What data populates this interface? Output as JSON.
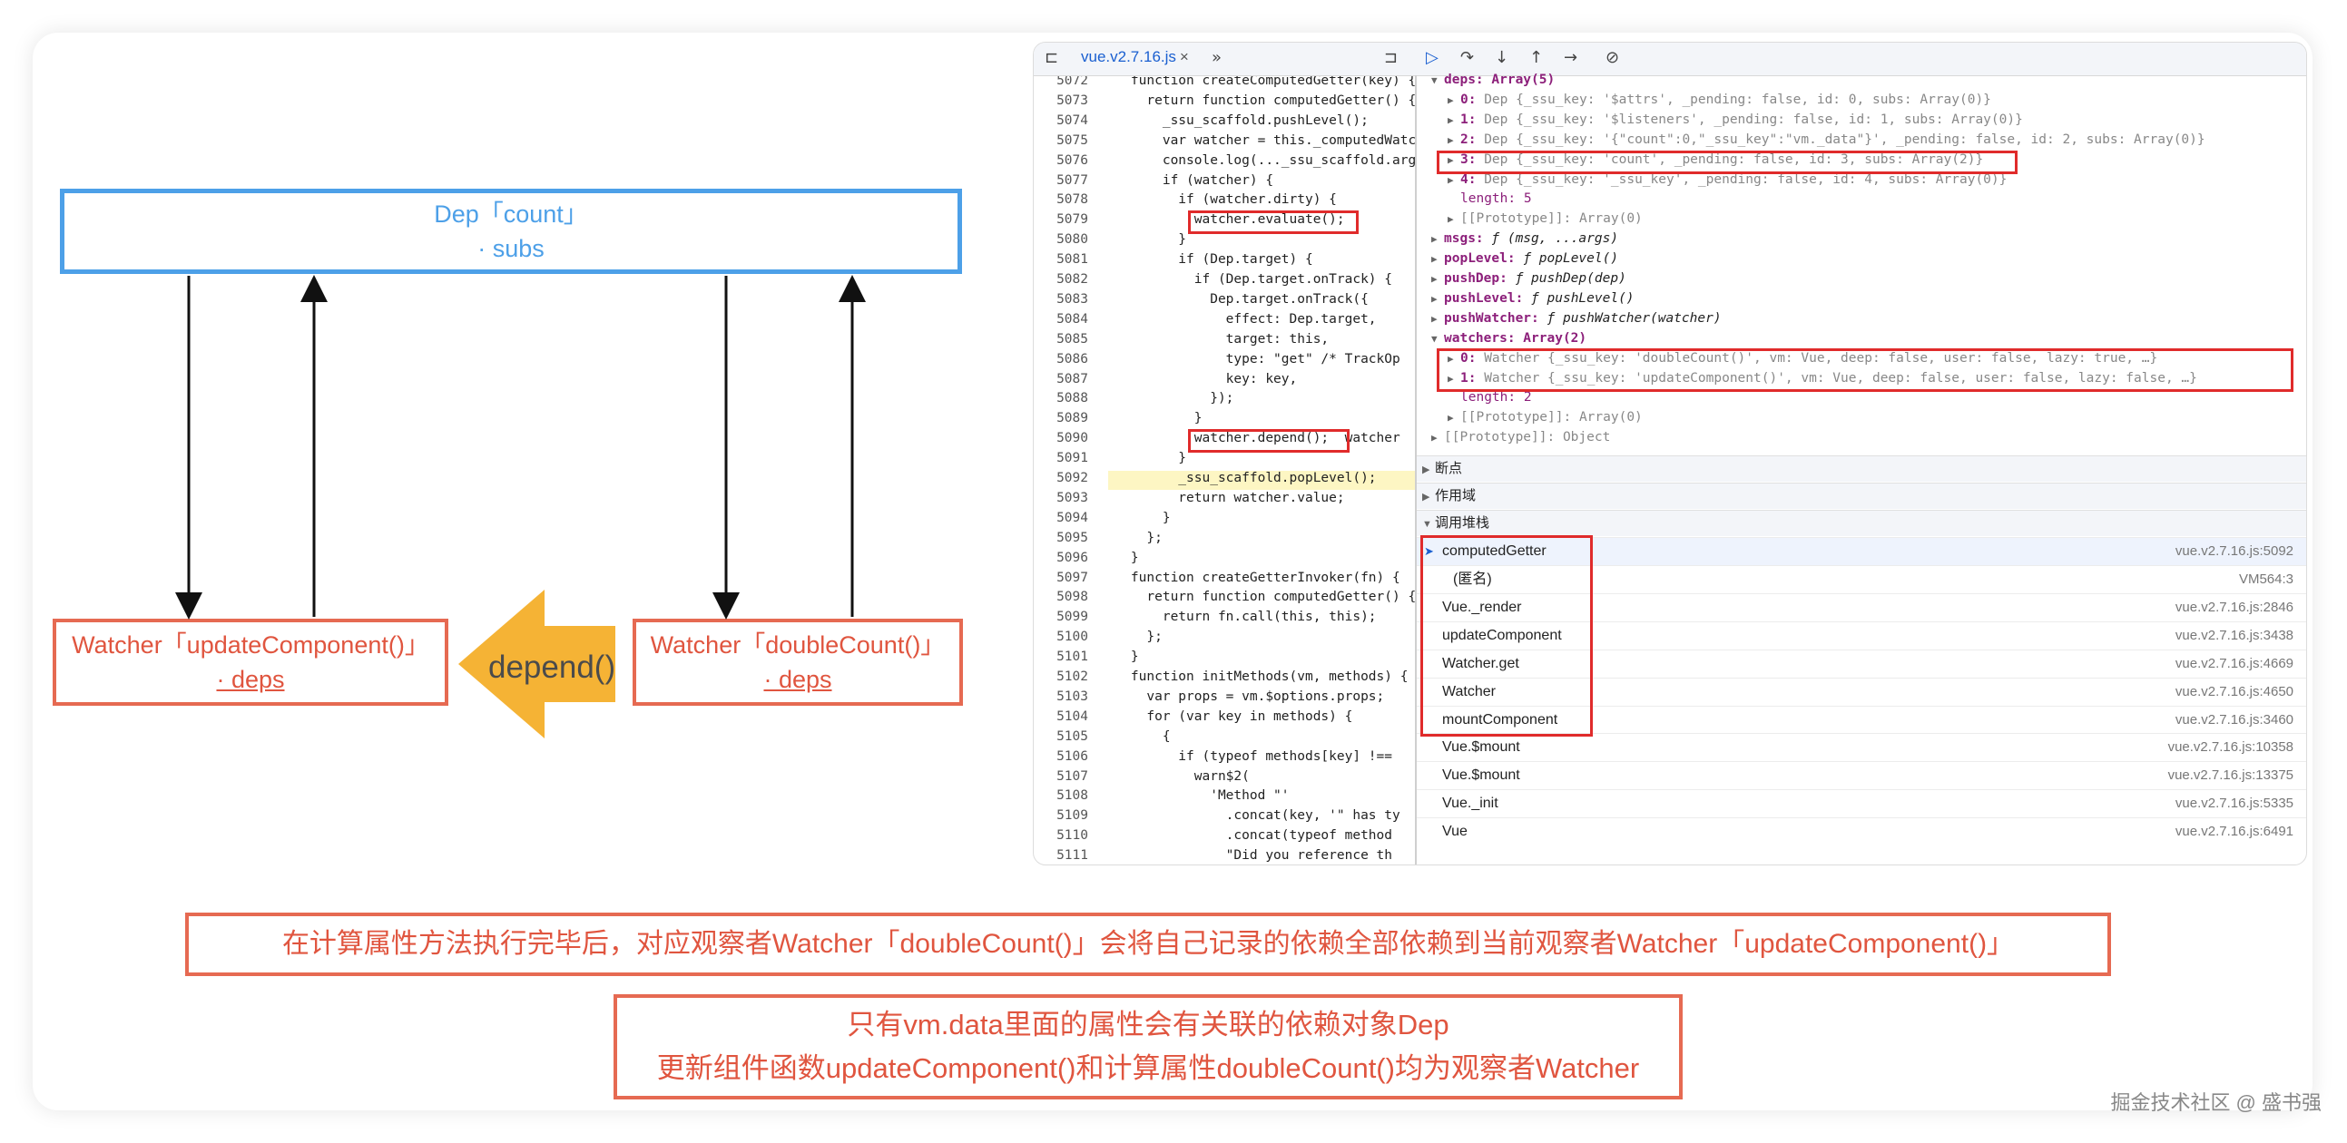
{
  "diagram": {
    "dep_title": "Dep「count」",
    "dep_sub": "· subs",
    "watcher_left_title": "Watcher「updateComponent()」",
    "watcher_left_sub": "· deps",
    "watcher_right_title": "Watcher「doubleCount()」",
    "watcher_right_sub": "· deps",
    "depend_label": "depend()",
    "colors": {
      "dep": "#4da0e8",
      "watcher": "#e66a52",
      "arrow": "#f5b335"
    }
  },
  "devtools": {
    "tab_label": "vue.v2.7.16.js",
    "close": "×",
    "more": "»",
    "source": {
      "lines": [
        {
          "n": "5072",
          "code": "    function createComputedGetter(key) {"
        },
        {
          "n": "5073",
          "code": "      return function computedGetter() {"
        },
        {
          "n": "5074",
          "code": "        _ssu_scaffold.pushLevel();"
        },
        {
          "n": "5075",
          "code": "        var watcher = this._computedWatchers"
        },
        {
          "n": "5076",
          "code": "        console.log(..._ssu_scaffold.args"
        },
        {
          "n": "5077",
          "code": "        if (watcher) {"
        },
        {
          "n": "5078",
          "code": "          if (watcher.dirty) {"
        },
        {
          "n": "5079",
          "code": "            watcher.evaluate();"
        },
        {
          "n": "5080",
          "code": "          }"
        },
        {
          "n": "5081",
          "code": "          if (Dep.target) {"
        },
        {
          "n": "5082",
          "code": "            if (Dep.target.onTrack) {"
        },
        {
          "n": "5083",
          "code": "              Dep.target.onTrack({"
        },
        {
          "n": "5084",
          "code": "                effect: Dep.target,"
        },
        {
          "n": "5085",
          "code": "                target: this,"
        },
        {
          "n": "5086",
          "code": "                type: \"get\" /* TrackOp"
        },
        {
          "n": "5087",
          "code": "                key: key,"
        },
        {
          "n": "5088",
          "code": "              });"
        },
        {
          "n": "5089",
          "code": "            }"
        },
        {
          "n": "5090",
          "code": "            watcher.depend();  watcher"
        },
        {
          "n": "5091",
          "code": "          }"
        },
        {
          "n": "5092",
          "code": "          _ssu_scaffold.popLevel();"
        },
        {
          "n": "5093",
          "code": "          return watcher.value;"
        },
        {
          "n": "5094",
          "code": "        }"
        },
        {
          "n": "5095",
          "code": "      };"
        },
        {
          "n": "5096",
          "code": "    }"
        },
        {
          "n": "5097",
          "code": "    function createGetterInvoker(fn) {"
        },
        {
          "n": "5098",
          "code": "      return function computedGetter() {"
        },
        {
          "n": "5099",
          "code": "        return fn.call(this, this);"
        },
        {
          "n": "5100",
          "code": "      };"
        },
        {
          "n": "5101",
          "code": "    }"
        },
        {
          "n": "5102",
          "code": "    function initMethods(vm, methods) {"
        },
        {
          "n": "5103",
          "code": "      var props = vm.$options.props;"
        },
        {
          "n": "5104",
          "code": "      for (var key in methods) {"
        },
        {
          "n": "5105",
          "code": "        {"
        },
        {
          "n": "5106",
          "code": "          if (typeof methods[key] !== "
        },
        {
          "n": "5107",
          "code": "            warn$2("
        },
        {
          "n": "5108",
          "code": "              'Method \"'"
        },
        {
          "n": "5109",
          "code": "                .concat(key, '\" has ty"
        },
        {
          "n": "5110",
          "code": "                .concat(typeof method"
        },
        {
          "n": "5111",
          "code": "                \"Did you reference th"
        }
      ]
    },
    "scope": {
      "deps_header": "deps: Array(5)",
      "deps": [
        {
          "idx": "0:",
          "text": "Dep {_ssu_key: '$attrs', _pending: false, id: 0, subs: Array(0)}"
        },
        {
          "idx": "1:",
          "text": "Dep {_ssu_key: '$listeners', _pending: false, id: 1, subs: Array(0)}"
        },
        {
          "idx": "2:",
          "text": "Dep {_ssu_key: '{\"count\":0,\"_ssu_key\":\"vm._data\"}', _pending: false, id: 2, subs: Array(0)}"
        },
        {
          "idx": "3:",
          "text": "Dep {_ssu_key: 'count', _pending: false, id: 3, subs: Array(2)}"
        },
        {
          "idx": "4:",
          "text": "Dep {_ssu_key: '_ssu_key', _pending: false, id: 4, subs: Array(0)}"
        }
      ],
      "length5": "length: 5",
      "proto_arr0": "[[Prototype]]: Array(0)",
      "fns": [
        {
          "name": "msgs:",
          "val": "ƒ (msg, ...args)"
        },
        {
          "name": "popLevel:",
          "val": "ƒ popLevel()"
        },
        {
          "name": "pushDep:",
          "val": "ƒ pushDep(dep)"
        },
        {
          "name": "pushLevel:",
          "val": "ƒ pushLevel()"
        },
        {
          "name": "pushWatcher:",
          "val": "ƒ pushWatcher(watcher)"
        }
      ],
      "watchers_header": "watchers: Array(2)",
      "watchers": [
        {
          "idx": "0:",
          "text": "Watcher {_ssu_key: 'doubleCount()', vm: Vue, deep: false, user: false, lazy: true, …}"
        },
        {
          "idx": "1:",
          "text": "Watcher {_ssu_key: 'updateComponent()', vm: Vue, deep: false, user: false, lazy: false, …}"
        }
      ],
      "length2": "length: 2",
      "proto_arr0b": "[[Prototype]]: Array(0)",
      "proto_obj": "[[Prototype]]: Object"
    },
    "sections": {
      "breakpoints": "断点",
      "scope": "作用域",
      "callstack": "调用堆栈"
    },
    "callstack": [
      {
        "fn": "computedGetter",
        "loc": "vue.v2.7.16.js:5092"
      },
      {
        "fn": "(匿名)",
        "loc": "VM564:3"
      },
      {
        "fn": "Vue._render",
        "loc": "vue.v2.7.16.js:2846"
      },
      {
        "fn": "updateComponent",
        "loc": "vue.v2.7.16.js:3438"
      },
      {
        "fn": "Watcher.get",
        "loc": "vue.v2.7.16.js:4669"
      },
      {
        "fn": "Watcher",
        "loc": "vue.v2.7.16.js:4650"
      },
      {
        "fn": "mountComponent",
        "loc": "vue.v2.7.16.js:3460"
      },
      {
        "fn": "Vue.$mount",
        "loc": "vue.v2.7.16.js:10358"
      },
      {
        "fn": "Vue.$mount",
        "loc": "vue.v2.7.16.js:13375"
      },
      {
        "fn": "Vue._init",
        "loc": "vue.v2.7.16.js:5335"
      },
      {
        "fn": "Vue",
        "loc": "vue.v2.7.16.js:6491"
      }
    ]
  },
  "captions": {
    "line1": "在计算属性方法执行完毕后，对应观察者Watcher「doubleCount()」会将自己记录的依赖全部依赖到当前观察者Watcher「updateComponent()」",
    "line2a": "只有vm.data里面的属性会有关联的依赖对象Dep",
    "line2b": "更新组件函数updateComponent()和计算属性doubleCount()均为观察者Watcher"
  },
  "watermark": "掘金技术社区 @ 盛书强"
}
